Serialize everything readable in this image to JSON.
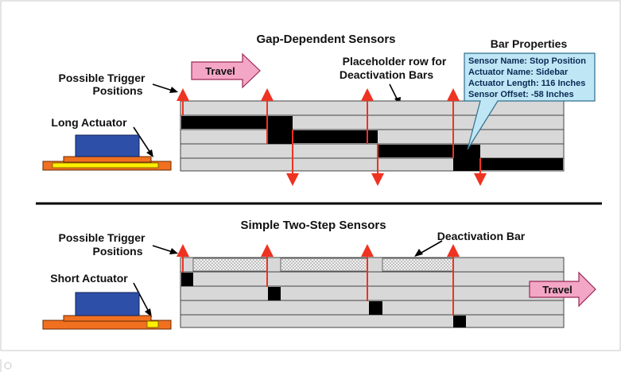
{
  "top_panel": {
    "title": "Gap-Dependent Sensors",
    "trigger_label_line1": "Possible Trigger",
    "trigger_label_line2": "Positions",
    "travel_label": "Travel",
    "placeholder_line1": "Placeholder row for",
    "placeholder_line2": "Deactivation Bars",
    "actuator_label": "Long Actuator",
    "callout": {
      "title": "Bar Properties",
      "line1": "Sensor Name: Stop Position",
      "line2": "Actuator Name: Sidebar",
      "line3": "Actuator Length: 116 Inches",
      "line4": "Sensor Offset: -58 Inches"
    }
  },
  "bottom_panel": {
    "title": "Simple Two-Step Sensors",
    "trigger_label_line1": "Possible Trigger",
    "trigger_label_line2": "Positions",
    "deactivation_label": "Deactivation Bar",
    "actuator_label": "Short Actuator",
    "travel_label": "Travel"
  },
  "colors": {
    "arrow_red": "#ee3322",
    "row_fill": "#d8d8d8",
    "bar_black": "#000000",
    "travel_pink": "#f4a6c6",
    "actuator_blue": "#2e4fa8",
    "base_orange": "#f07020",
    "yellow": "#ffee00",
    "callout_fill": "#bfe6f5"
  }
}
